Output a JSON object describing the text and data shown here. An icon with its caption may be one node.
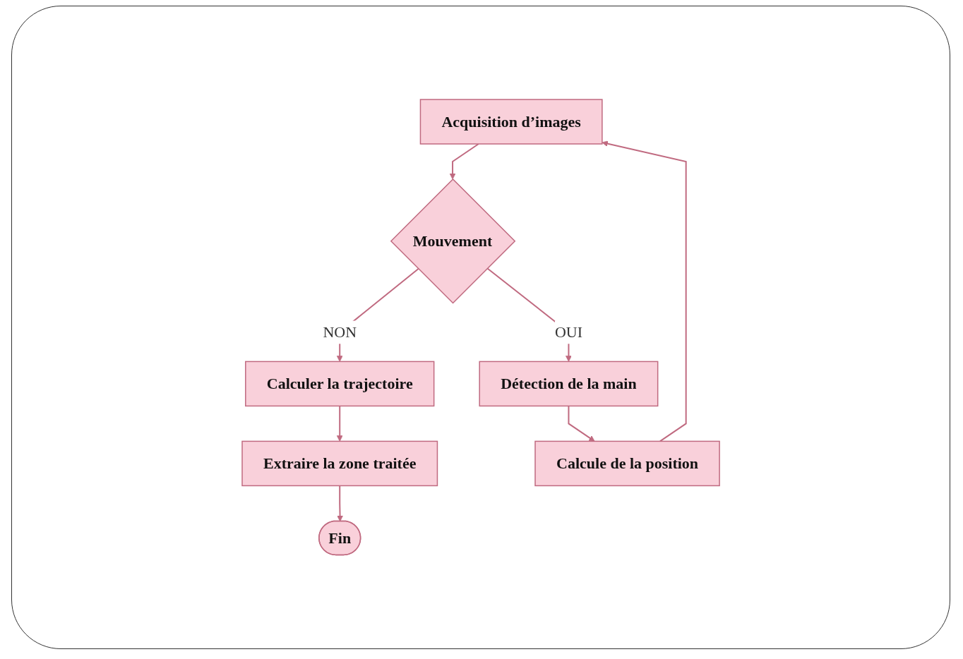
{
  "diagram": {
    "nodes": [
      {
        "text": [
          "Acquisition d’images"
        ]
      },
      {
        "text": [
          "Mouvement"
        ]
      },
      {
        "text": [
          "Calculer la trajectoire"
        ]
      },
      {
        "text": [
          "Extraire la zone traitée"
        ]
      },
      {
        "text": [
          "Fin"
        ]
      },
      {
        "text": [
          "Détection de la main"
        ]
      },
      {
        "text": [
          "Calcule de la position"
        ]
      }
    ],
    "edges": [
      {
        "from": 0,
        "to": 1,
        "arrow": "to"
      },
      {
        "from": 1,
        "to": 2,
        "arrow": "to",
        "label": "NON"
      },
      {
        "from": 2,
        "to": 3,
        "arrow": "to"
      },
      {
        "from": 3,
        "to": 4,
        "arrow": "to"
      },
      {
        "from": 1,
        "to": 5,
        "arrow": "to",
        "label": "OUI"
      },
      {
        "from": 5,
        "to": 6,
        "arrow": "to"
      },
      {
        "from": 6,
        "to": 0,
        "arrow": "to"
      }
    ]
  }
}
